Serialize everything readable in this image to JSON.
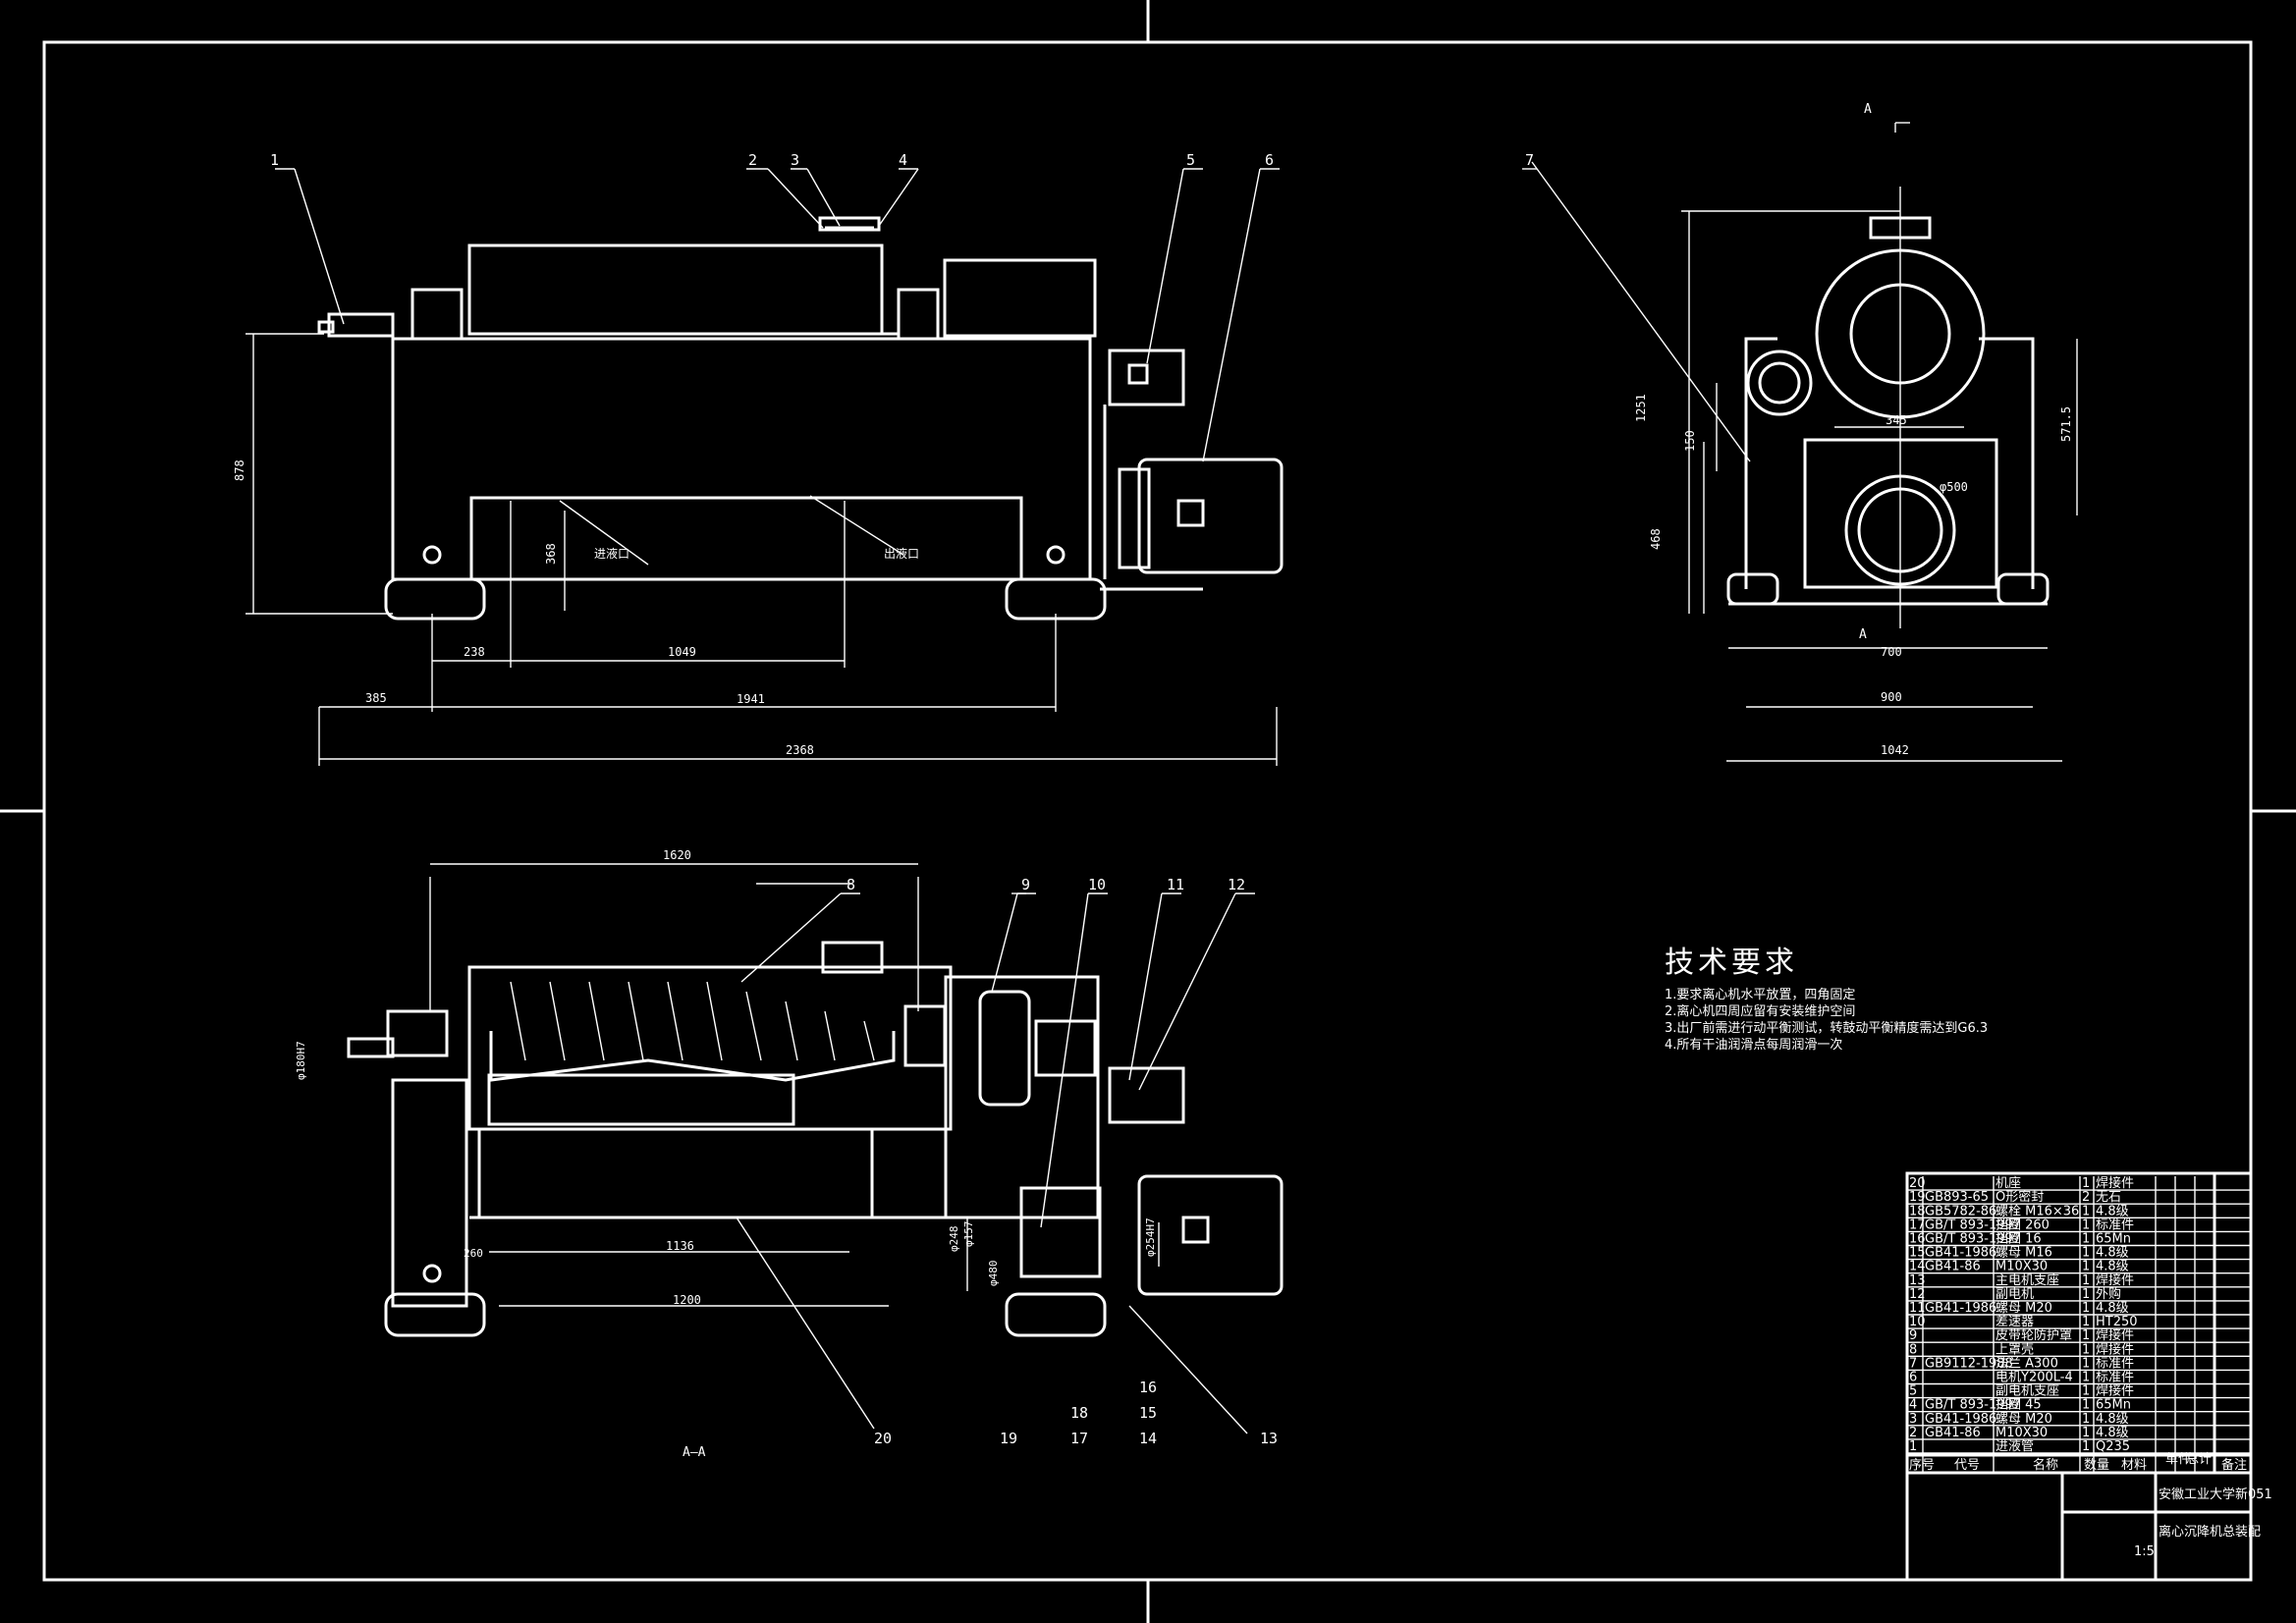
{
  "drawing": {
    "view_label_aa": "A—A",
    "section_mark_top": "A",
    "section_mark_bottom": "A",
    "balloons": [
      "1",
      "2",
      "3",
      "4",
      "5",
      "6",
      "7",
      "8",
      "9",
      "10",
      "11",
      "12",
      "13",
      "14",
      "15",
      "16",
      "17",
      "18",
      "19",
      "20"
    ],
    "dimensions_front": [
      "385",
      "238",
      "1049",
      "1941",
      "2368",
      "878",
      "368"
    ],
    "annotations_front": [
      "进液口",
      "出液口"
    ],
    "dimensions_side": [
      "1251",
      "150",
      "468",
      "571.5",
      "345",
      "φ500",
      "700",
      "900",
      "1042"
    ],
    "dimensions_section": [
      "1620",
      "1136",
      "1200",
      "φ180H7",
      "φ248",
      "φ157",
      "φ480",
      "φ254H7",
      "260"
    ]
  },
  "tech_requirements": {
    "title": "技术要求",
    "items": [
      "1.要求离心机水平放置，四角固定",
      "2.离心机四周应留有安装维护空间",
      "3.出厂前需进行动平衡测试，转鼓动平衡精度需达到G6.3",
      "4.所有干油润滑点每周润滑一次"
    ]
  },
  "title_block": {
    "school": "安徽工业大学新051",
    "drawing_name": "离心沉降机总装配",
    "headers": [
      "序号",
      "代号",
      "名称",
      "数量",
      "材料",
      "单件",
      "总计",
      "备注"
    ],
    "scale": "1:5",
    "parts": [
      [
        "20",
        "",
        "机座",
        "1",
        "焊接件"
      ],
      [
        "19",
        "GB893-65",
        "O形密封",
        "2",
        "无石"
      ],
      [
        "18",
        "GB5782-86",
        "螺栓 M16×36",
        "1",
        "4.8级"
      ],
      [
        "17",
        "GB/T 893-1997",
        "挡圈 260",
        "1",
        "标准件"
      ],
      [
        "16",
        "GB/T 893-1997",
        "挡圈 16",
        "1",
        "65Mn"
      ],
      [
        "15",
        "GB41-1986",
        "螺母 M16",
        "1",
        "4.8级"
      ],
      [
        "14",
        "GB41-86",
        "M10X30",
        "1",
        "4.8级"
      ],
      [
        "13",
        "",
        "主电机支座",
        "1",
        "焊接件"
      ],
      [
        "12",
        "",
        "副电机",
        "1",
        "外购"
      ],
      [
        "11",
        "GB41-1986",
        "螺母 M20",
        "1",
        "4.8级"
      ],
      [
        "10",
        "",
        "差速器",
        "1",
        "HT250"
      ],
      [
        "9",
        "",
        "皮带轮防护罩",
        "1",
        "焊接件"
      ],
      [
        "8",
        "",
        "上罩壳",
        "1",
        "焊接件"
      ],
      [
        "7",
        "GB9112-1988",
        "法兰 A300",
        "1",
        "标准件"
      ],
      [
        "6",
        "",
        "电机Y200L-4",
        "1",
        "标准件"
      ],
      [
        "5",
        "",
        "副电机支座",
        "1",
        "焊接件"
      ],
      [
        "4",
        "GB/T 893-1997",
        "挡圈 45",
        "1",
        "65Mn"
      ],
      [
        "3",
        "GB41-1986",
        "螺母 M20",
        "1",
        "4.8级"
      ],
      [
        "2",
        "GB41-86",
        "M10X30",
        "1",
        "4.8级"
      ],
      [
        "1",
        "",
        "进液管",
        "1",
        "Q235"
      ]
    ]
  }
}
